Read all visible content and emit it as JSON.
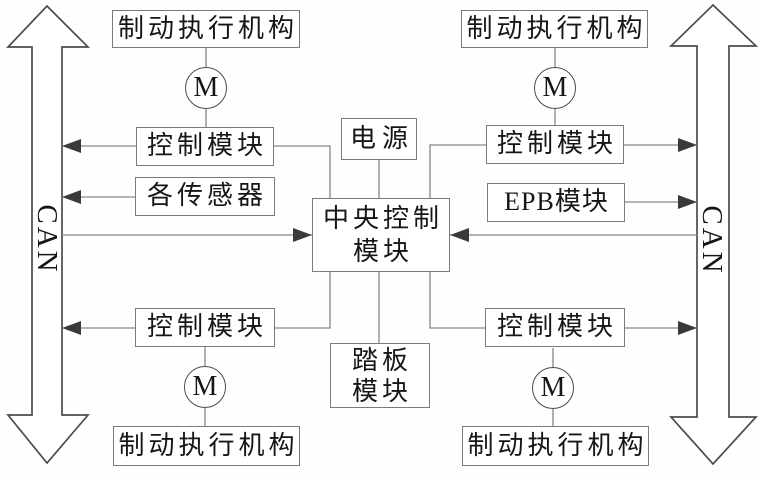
{
  "diagram": {
    "title_semantic": "distributed-brake-system-block-diagram",
    "bus": {
      "left_label": "CAN",
      "right_label": "CAN"
    },
    "motor_label": "M",
    "boxes": {
      "tl_actuator": "制动执行机构",
      "tl_control": "控制模块",
      "sensors": "各传感器",
      "power": "电源",
      "central_line1": "中央控制",
      "central_line2": "模块",
      "tr_actuator": "制动执行机构",
      "tr_control": "控制模块",
      "epb": "EPB模块",
      "bl_control": "控制模块",
      "bl_actuator": "制动执行机构",
      "pedal_line1": "踏板",
      "pedal_line2": "模块",
      "br_control": "控制模块",
      "br_actuator": "制动执行机构"
    },
    "colors": {
      "background": "#ffffff",
      "box_border": "#7b7b7b",
      "connector_line": "#878787",
      "arrowhead": "#3a3a3a",
      "bus_outline": "#4c4c4c",
      "text": "#161616"
    }
  }
}
